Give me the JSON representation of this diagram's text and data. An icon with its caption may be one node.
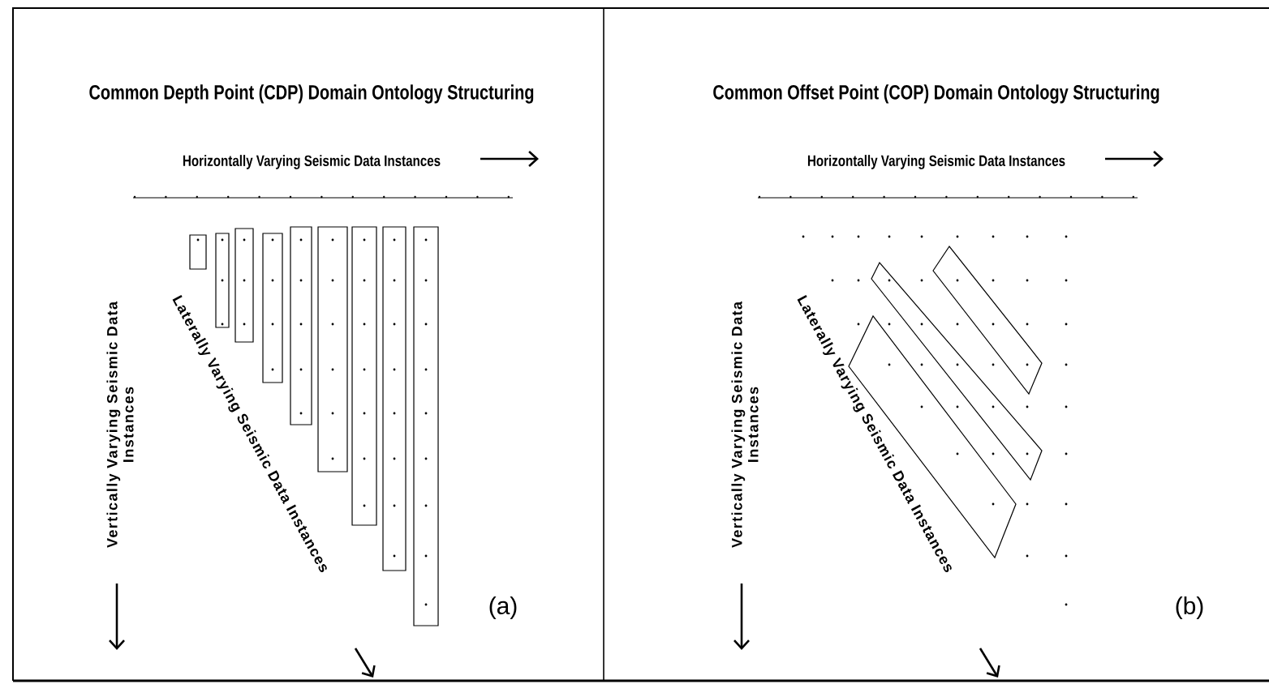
{
  "diagram": {
    "labels": [
      "Common Depth Point (CDP) Domain Ontology Structuring",
      "Horizontally Varying Seismic Data Instances",
      "Vertically Varying Seismic Data Instances",
      "Laterally Varying Seismic Data Instances",
      "(a)",
      "Common Offset Point (COP) Domain Ontology Structuring",
      "Horizontally Varying Seismic Data Instances",
      "Vertically Varying Seismic Data Instances",
      "Laterally Varying Seismic Data Instances",
      "(b)"
    ]
  }
}
